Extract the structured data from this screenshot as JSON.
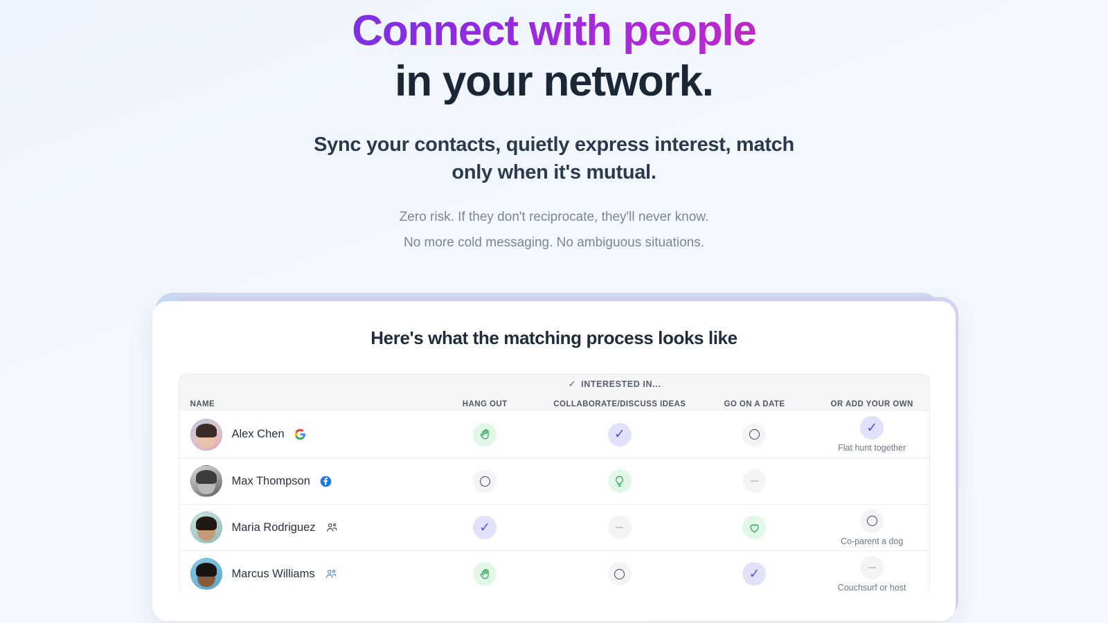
{
  "hero": {
    "headline_line1": "Connect with people",
    "headline_line2": "in your network.",
    "subhead_line1": "Sync your contacts, quietly express interest, match",
    "subhead_line2": "only when it's mutual.",
    "tagline_line1": "Zero risk. If they don't reciprocate, they'll never know.",
    "tagline_line2": "No more cold messaging. No ambiguous situations."
  },
  "card": {
    "title": "Here's what the matching process looks like",
    "group_header_check": "✓",
    "group_header_label": "INTERESTED IN...",
    "columns": {
      "name": "NAME",
      "hang_out": "HANG OUT",
      "collaborate": "COLLABORATE/DISCUSS IDEAS",
      "date": "GO ON A DATE",
      "own": "OR ADD YOUR OWN"
    },
    "rows": [
      {
        "name": "Alex Chen",
        "source": "google-icon",
        "avatar": "av1",
        "hang_out": "wave",
        "collaborate": "check",
        "date": "circle",
        "own_marker": "check",
        "own_label": "Flat hunt together"
      },
      {
        "name": "Max Thompson",
        "source": "facebook-icon",
        "avatar": "av2",
        "hang_out": "circle",
        "collaborate": "bulb",
        "date": "dash",
        "own_marker": "none",
        "own_label": ""
      },
      {
        "name": "Maria Rodriguez",
        "source": "contacts-icon",
        "avatar": "av3",
        "hang_out": "check",
        "collaborate": "dash",
        "date": "heart",
        "own_marker": "circle",
        "own_label": "Co-parent a dog"
      },
      {
        "name": "Marcus Williams",
        "source": "contacts-blue-icon",
        "avatar": "av4",
        "hang_out": "wave",
        "collaborate": "circle",
        "date": "check",
        "own_marker": "dash",
        "own_label": "Couchsurf or host"
      }
    ]
  },
  "colors": {
    "background": "#f2f7fe",
    "headline_gradient_start": "#4a46e8",
    "headline_gradient_end": "#e61d64",
    "headline_dark": "#1b2735",
    "accent_purple": "#5b4de0",
    "accent_green": "#35a65c",
    "muted_text": "#7b8798",
    "card_shadow_blue": "#c5d6f2",
    "card_shadow_purple": "#d7cbf0"
  }
}
